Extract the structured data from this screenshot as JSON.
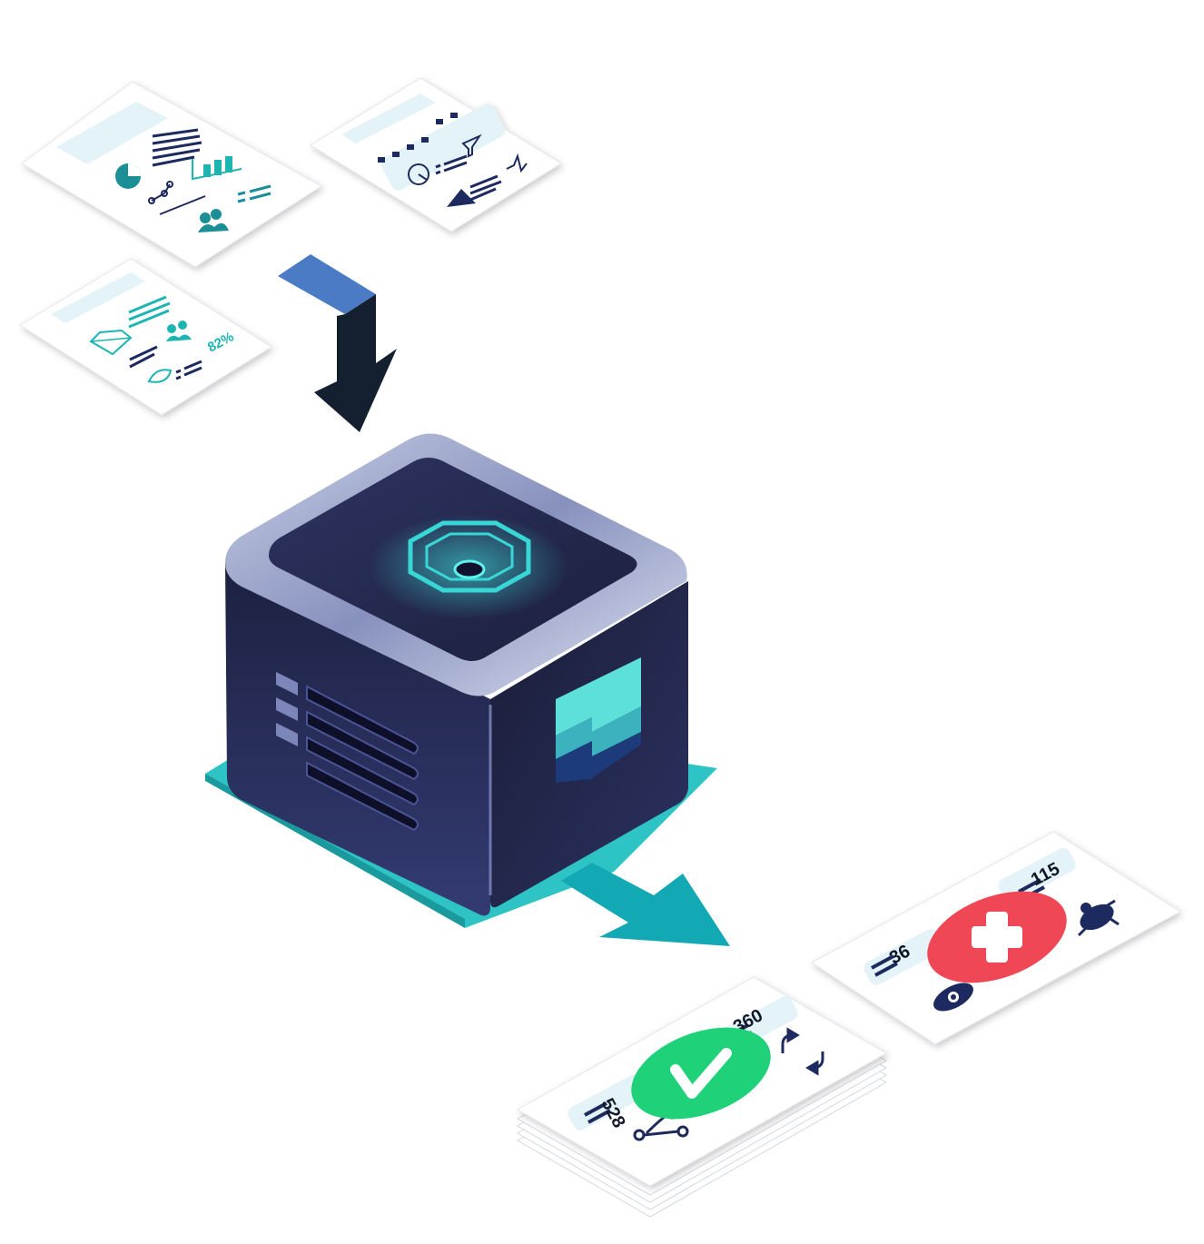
{
  "input_cards": [
    {
      "id": "card-a"
    },
    {
      "id": "card-b"
    },
    {
      "id": "card-c",
      "percent_label": "82%"
    }
  ],
  "output_cards": {
    "failed": {
      "status": "rejected",
      "value_top": "115",
      "value_left": "36"
    },
    "passed": {
      "status": "accepted",
      "value_top": "360",
      "value_left": "528"
    }
  },
  "colors": {
    "teal": "#1fb5b2",
    "navy": "#1e2a5e",
    "cube_dark": "#262a4e",
    "check_green": "#1fd27a",
    "cross_red": "#ef4655",
    "arrow_blue": "#4a7bc4",
    "arrow_dark": "#14202f"
  },
  "icons": [
    "pie-chart-icon",
    "bar-chart-icon",
    "users-icon",
    "diamond-icon",
    "leaf-icon",
    "funnel-icon",
    "bug-icon",
    "eye-icon",
    "git-branch-icon",
    "refresh-icon",
    "check-icon",
    "cross-icon",
    "octagon-icon"
  ]
}
